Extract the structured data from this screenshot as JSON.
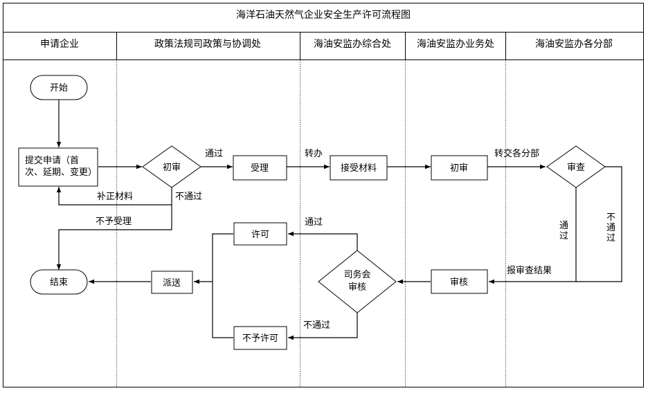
{
  "title": "海洋石油天然气企业安全生产许可流程图",
  "lanes": [
    "申请企业",
    "政策法规司政策与协调处",
    "海油安监办综合处",
    "海油安监办业务处",
    "海油安监办各分部"
  ],
  "nodes": {
    "start": "开始",
    "submit_line1": "提交申请（首",
    "submit_line2": "次、延期、变更）",
    "initial_review": "初审",
    "accept": "受理",
    "receive_materials": "接受材料",
    "initial_review_2": "初审",
    "inspection": "审查",
    "audit": "审核",
    "council_line1": "司务会",
    "council_line2": "审核",
    "permit": "许可",
    "deny_permit": "不予许可",
    "dispatch": "派送",
    "end": "结束"
  },
  "edge_labels": {
    "pass_1": "通过",
    "supplement": "补正材料",
    "fail_1": "不通过",
    "reject_accept": "不予受理",
    "transfer": "转办",
    "transfer_branch": "转交各分部",
    "pass_vertical_1": "通",
    "pass_vertical_2": "过",
    "fail_vertical_1": "不",
    "fail_vertical_2": "通",
    "fail_vertical_3": "过",
    "report_results": "报审查结果",
    "pass_2": "通过",
    "fail_2": "不通过"
  }
}
